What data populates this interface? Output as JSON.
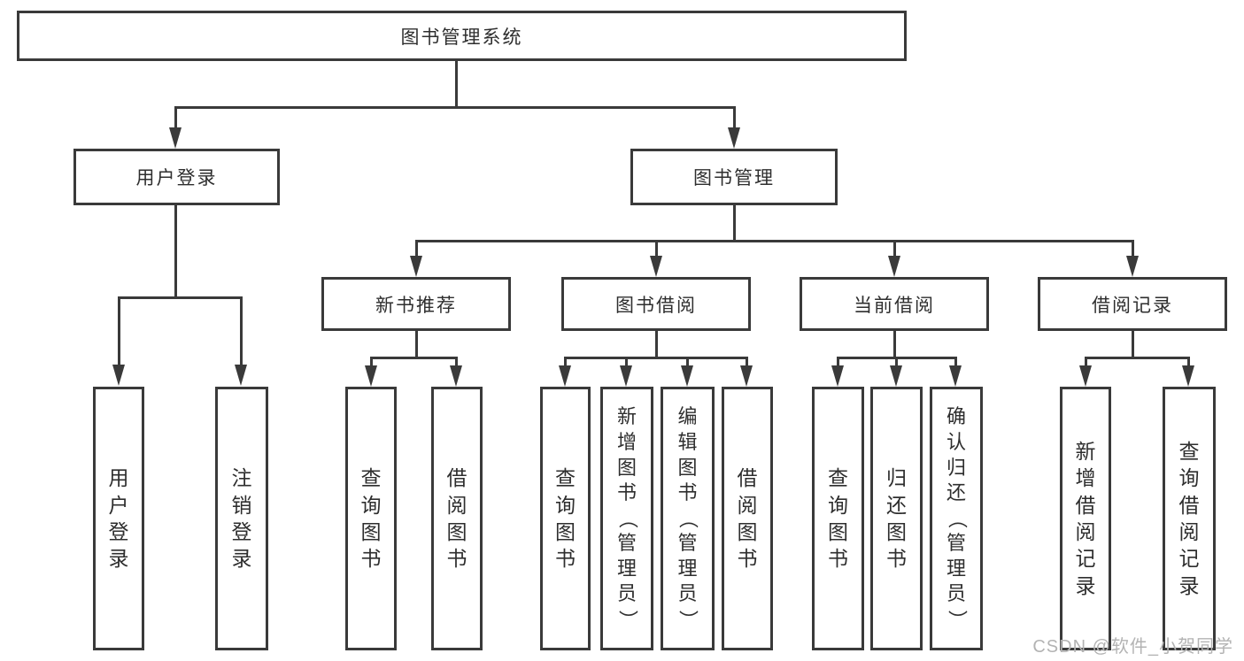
{
  "diagram_title": "图书管理系统",
  "tree": {
    "root": {
      "label": "图书管理系统"
    },
    "branches": [
      {
        "label": "用户登录",
        "children": [
          {
            "label": "用户登录"
          },
          {
            "label": "注销登录"
          }
        ]
      },
      {
        "label": "图书管理",
        "children": [
          {
            "label": "新书推荐",
            "children": [
              {
                "label": "查询图书"
              },
              {
                "label": "借阅图书"
              }
            ]
          },
          {
            "label": "图书借阅",
            "children": [
              {
                "label": "查询图书"
              },
              {
                "label": "新增图书（管理员）"
              },
              {
                "label": "编辑图书（管理员）"
              },
              {
                "label": "借阅图书"
              }
            ]
          },
          {
            "label": "当前借阅",
            "children": [
              {
                "label": "查询图书"
              },
              {
                "label": "归还图书"
              },
              {
                "label": "确认归还（管理员）"
              }
            ]
          },
          {
            "label": "借阅记录",
            "children": [
              {
                "label": "新增借阅记录"
              },
              {
                "label": "查询借阅记录"
              }
            ]
          }
        ]
      }
    ]
  },
  "watermark": "CSDN @软件_小贺同学",
  "colors": {
    "line": "#3a3a3a",
    "box_border": "#3a3a3a",
    "text": "#2e2e2e",
    "watermark": "#b3b3b3",
    "background": "#ffffff"
  }
}
